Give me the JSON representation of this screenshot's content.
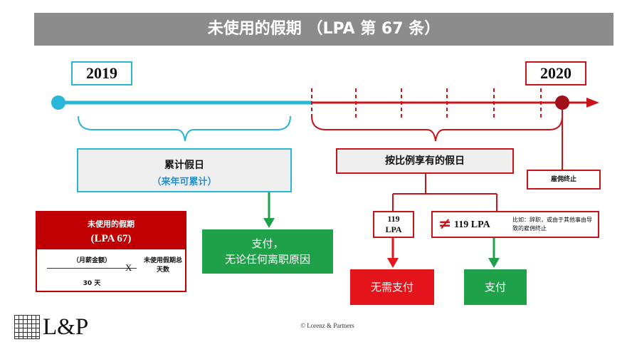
{
  "title": "未使用的假期 （LPA 第 67 条）",
  "years": {
    "start": "2019",
    "end": "2020"
  },
  "cumulative": {
    "label": "累计假日",
    "sub": "（来年可累计）"
  },
  "prorated": {
    "label": "按比例享有的假日"
  },
  "termination": {
    "label": "雇佣终止"
  },
  "lpa119": {
    "line1": "119",
    "line2": "LPA"
  },
  "not119": {
    "symbol": "≠",
    "label": "119 LPA",
    "note": "比如：辞职，或由于其他事由导致的雇佣终止"
  },
  "pay_any": {
    "line1": "支付，",
    "line2": "无论任何离职原因"
  },
  "no_pay": {
    "label": "无需支付"
  },
  "pay": {
    "label": "支付"
  },
  "formula": {
    "head1": "未使用的假期",
    "head2": "(LPA 67)",
    "numerator": "（月薪金额）",
    "denominator": "30 天",
    "times": "X",
    "days": "未使用假期总天数"
  },
  "logo": {
    "text": "L&P"
  },
  "copyright": "© Lorenz & Partners",
  "colors": {
    "blue": "#2ab6d6",
    "red": "#c8141a",
    "green": "#1fa14a",
    "gray": "#8c8c8c"
  }
}
